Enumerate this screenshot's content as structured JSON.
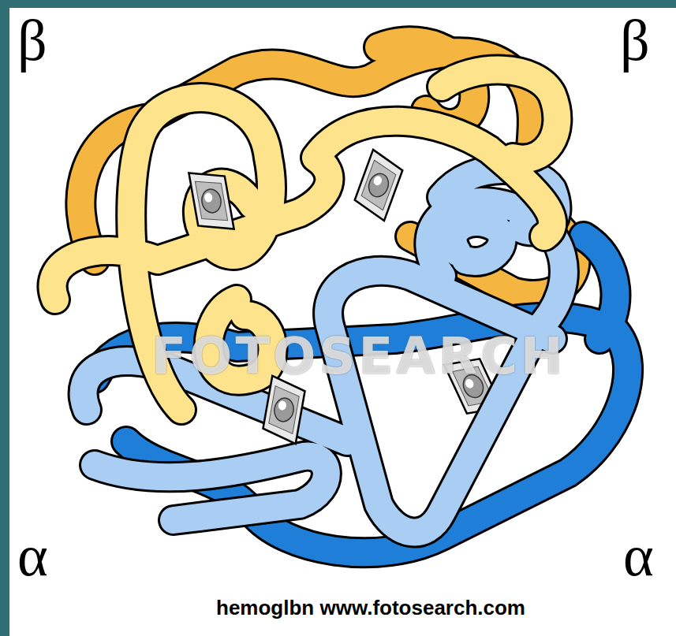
{
  "diagram": {
    "caption": "hemoglbn www.fotosearch.com",
    "labels": [
      "β",
      "β",
      "FOTOSEARCH",
      "α",
      "α"
    ]
  }
}
